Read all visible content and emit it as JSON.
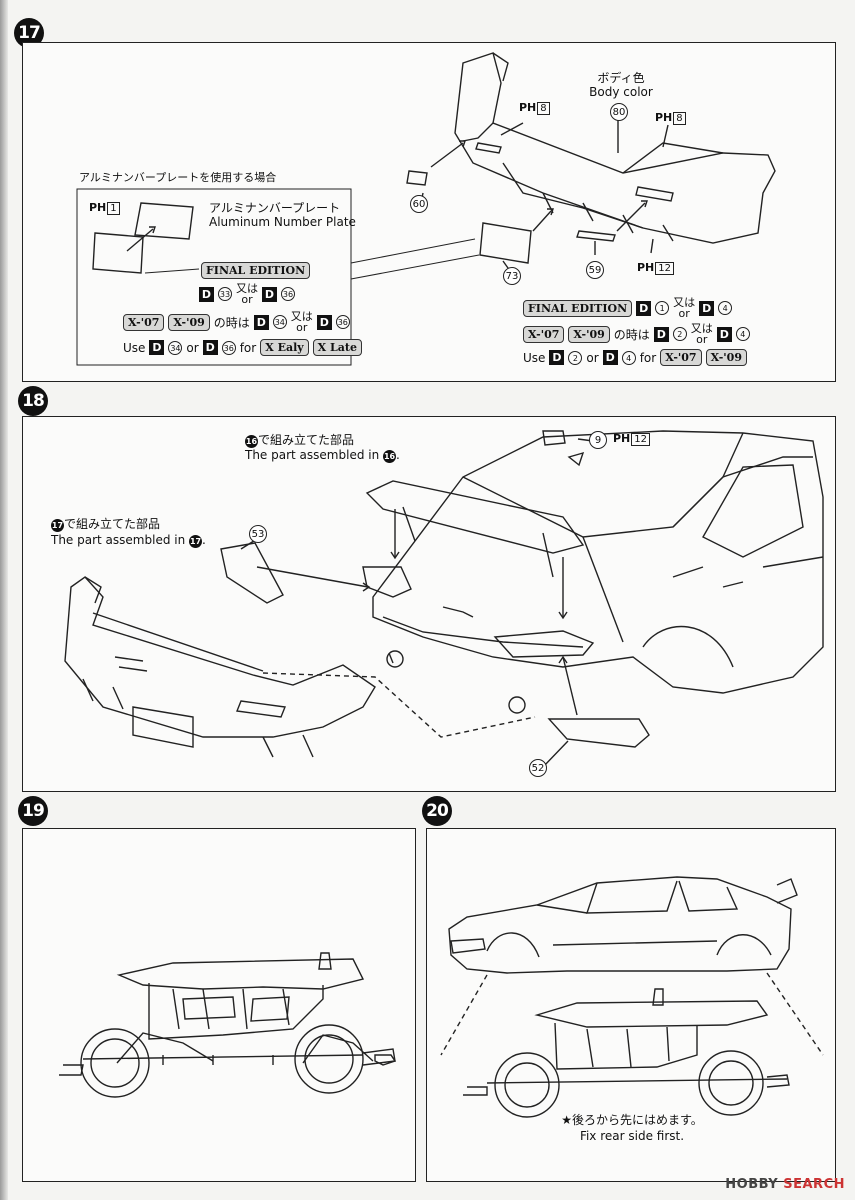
{
  "steps": {
    "s17": {
      "number": "17",
      "body_color_jp": "ボディ色",
      "body_color_en": "Body color",
      "parts": {
        "p80": "80",
        "p60": "60",
        "p73": "73",
        "p59": "59"
      },
      "ph_left": {
        "label": "PH",
        "num": "8"
      },
      "ph_right": {
        "label": "PH",
        "num": "8"
      },
      "ph_bottom": {
        "label": "PH",
        "num": "12"
      },
      "inset": {
        "heading": "アルミナンバープレートを使用する場合",
        "ph": {
          "label": "PH",
          "num": "1"
        },
        "plate_jp": "アルミナンバープレート",
        "plate_en": "Aluminum Number Plate",
        "edition_tag": "FINAL EDITION",
        "line1": {
          "d": "D",
          "a": "33",
          "or_jp": "又は",
          "or_en": "or",
          "b": "36"
        },
        "line2": {
          "tag1": "X-'07",
          "tag2": "X-'09",
          "when": "の時は",
          "d": "D",
          "a": "34",
          "or_jp": "又は",
          "or_en": "or",
          "b": "36"
        },
        "line3": {
          "use": "Use",
          "d": "D",
          "a": "34",
          "or": "or",
          "b": "36",
          "for": "for",
          "tag1": "X Ealy",
          "tag2": "X Late"
        }
      },
      "right_notes": {
        "edition_tag": "FINAL EDITION",
        "line1": {
          "d": "D",
          "a": "1",
          "or_jp": "又は",
          "or_en": "or",
          "b": "4"
        },
        "line2": {
          "tag1": "X-'07",
          "tag2": "X-'09",
          "when": "の時は",
          "d": "D",
          "a": "2",
          "or_jp": "又は",
          "or_en": "or",
          "b": "4"
        },
        "line3": {
          "use": "Use",
          "d": "D",
          "a": "2",
          "or": "or",
          "b": "4",
          "for": "for",
          "tag1": "X-'07",
          "tag2": "X-'09"
        }
      }
    },
    "s18": {
      "number": "18",
      "callout16_num": "16",
      "callout16_jp": "で組み立てた部品",
      "callout16_en": "The part assembled in",
      "callout17_num": "17",
      "callout17_jp": "で組み立てた部品",
      "callout17_en": "The part assembled in",
      "parts": {
        "p53": "53",
        "p52": "52",
        "p9": "9"
      },
      "ph": {
        "label": "PH",
        "num": "12"
      }
    },
    "s19": {
      "number": "19"
    },
    "s20": {
      "number": "20",
      "note_jp": "★後ろから先にはめます。",
      "note_en": "Fix rear side first."
    }
  },
  "watermark": {
    "prefix": "HOBBY",
    "suffix": "SEARCH"
  }
}
